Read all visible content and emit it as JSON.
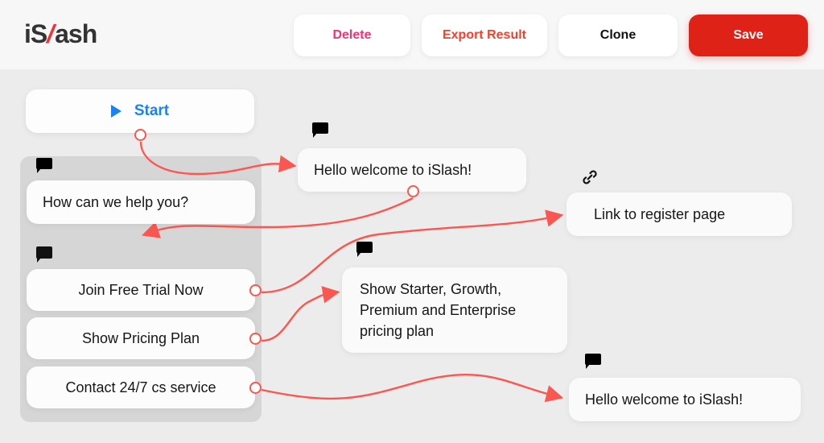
{
  "header": {
    "logo": {
      "part1": "iS",
      "slash": "/",
      "part2": "ash",
      "accent": "#f0333a"
    },
    "buttons": [
      {
        "name": "delete-button",
        "label": "Delete",
        "color": "#ff2d78"
      },
      {
        "name": "export-result-button",
        "label": "Export Result",
        "color": "#f5402c"
      },
      {
        "name": "clone-button",
        "label": "Clone",
        "color": "#111111"
      },
      {
        "name": "save-button",
        "label": "Save",
        "color": "#ffffff",
        "background": "#de2218"
      }
    ]
  },
  "canvas": {
    "background": "#ececec",
    "group_background": "#d6d6d6",
    "edge_color": "#f9574f",
    "start_color": "#1683fb"
  },
  "nodes": {
    "start": {
      "label": "Start",
      "icon": "play-icon"
    },
    "question": {
      "text": "How can we help you?",
      "icon": "chat-bubble-icon"
    },
    "options": {
      "icon": "chat-bubble-list-icon",
      "items": [
        {
          "label": "Join Free Trial Now"
        },
        {
          "label": "Show Pricing Plan"
        },
        {
          "label": "Contact 24/7 cs service"
        }
      ]
    },
    "welcome": {
      "text": "Hello welcome to iSlash!",
      "icon": "chat-bubble-icon"
    },
    "register_link": {
      "text": "Link to register page",
      "icon": "link-icon"
    },
    "pricing": {
      "text": "Show Starter, Growth, Premium and Enterprise pricing plan",
      "icon": "chat-bubble-icon"
    },
    "welcome2": {
      "text": "Hello welcome to iSlash!",
      "icon": "chat-bubble-icon"
    }
  }
}
